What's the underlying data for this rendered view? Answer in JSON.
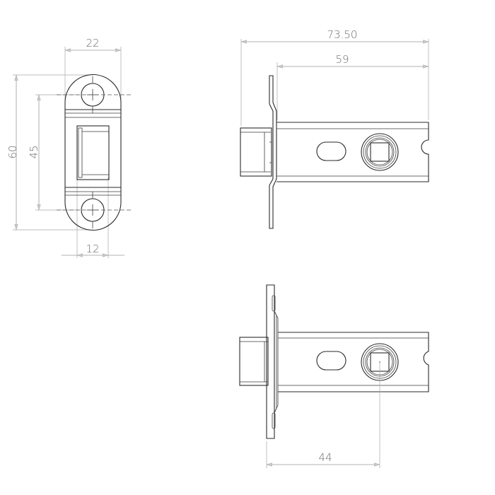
{
  "drawing": {
    "subject": "tubular latch technical drawing",
    "line_color": "#2a2a2a",
    "dimension_color": "#6e6e6e",
    "views": {
      "front_plate": {
        "dims": {
          "width": "22",
          "height": "60",
          "screw_centers": "45",
          "bolt_width": "12"
        }
      },
      "side_top": {
        "dims": {
          "overall_length": "73.50",
          "backset_body": "59"
        }
      },
      "side_bottom": {
        "dims": {
          "backset": "44"
        }
      }
    }
  }
}
